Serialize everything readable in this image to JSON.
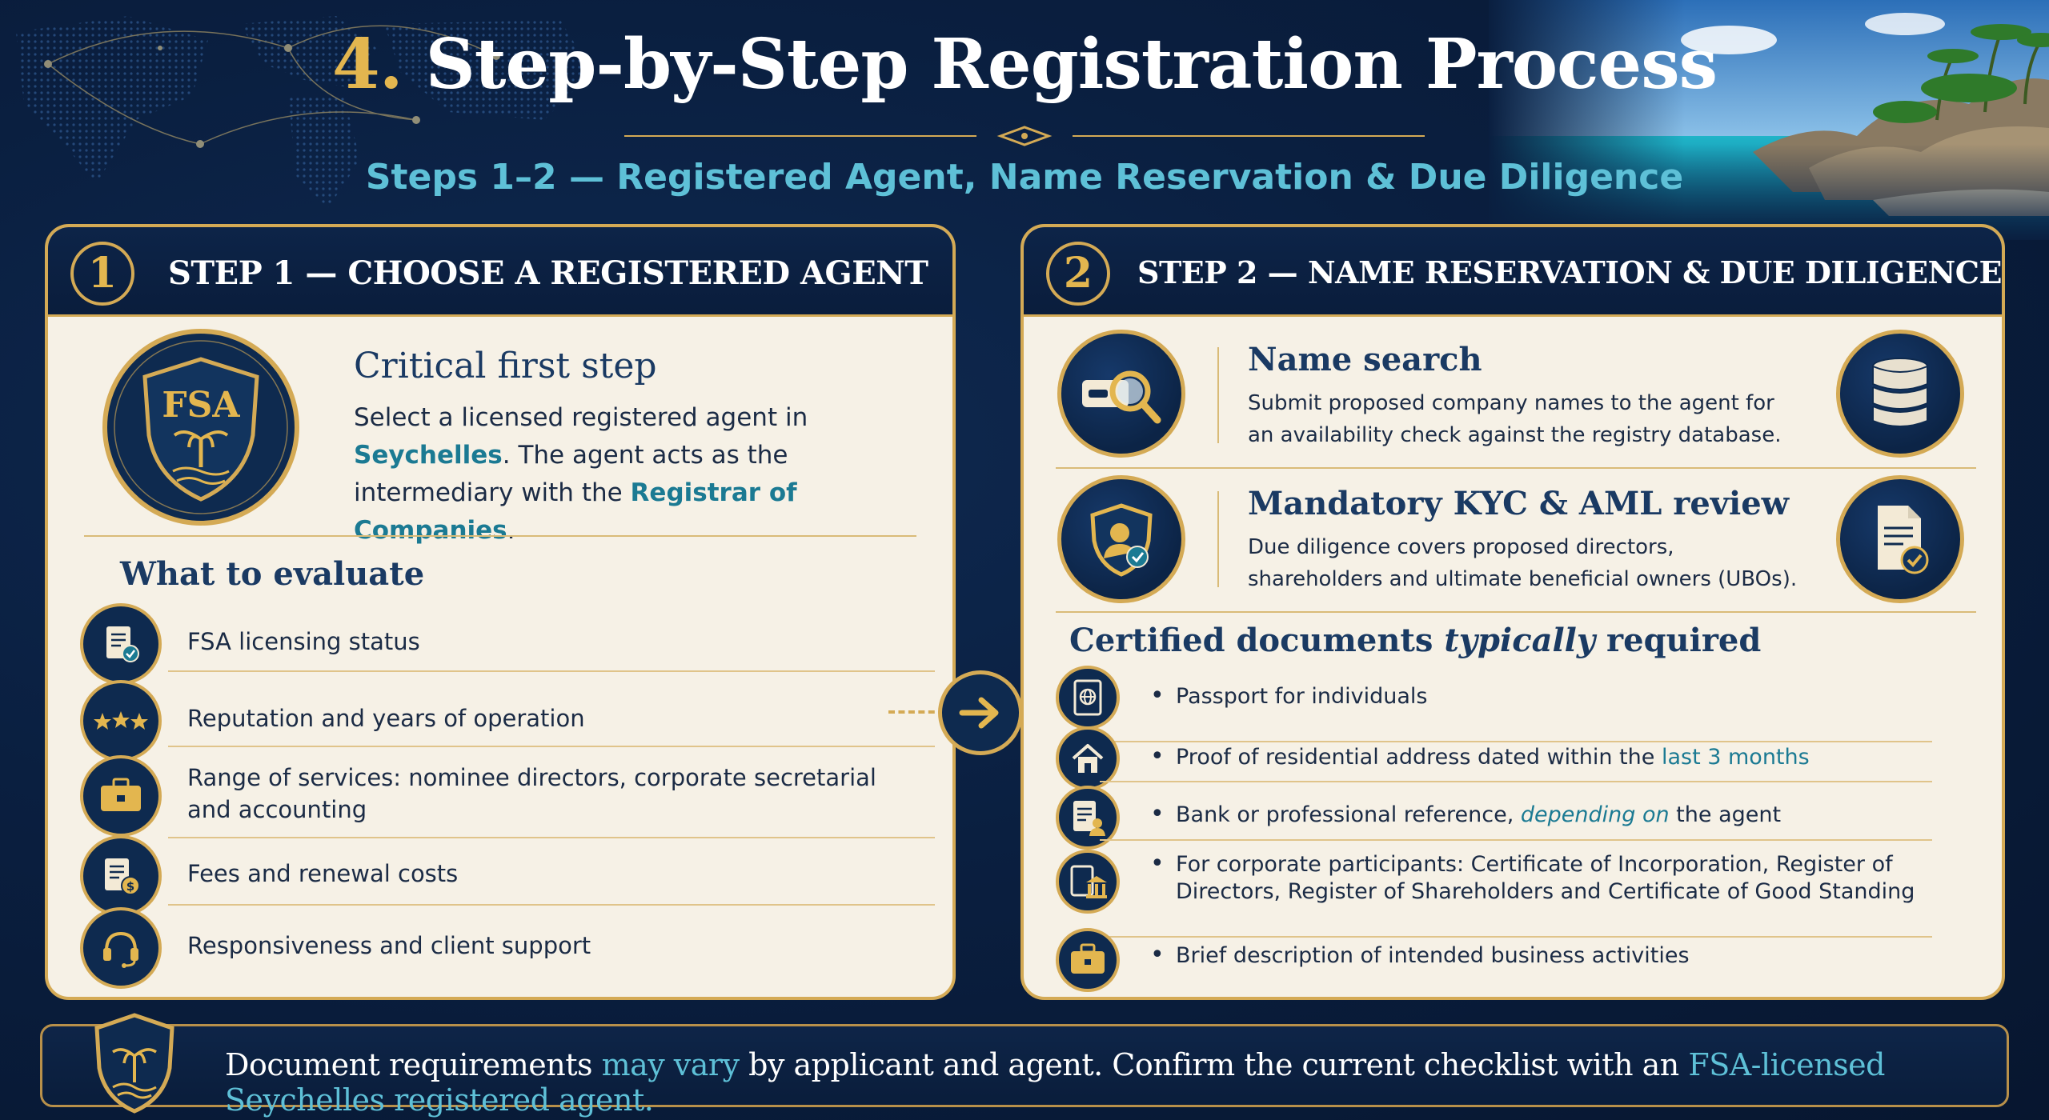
{
  "header": {
    "number": "4.",
    "title": "Step-by-Step Registration Process",
    "subtitle": "Steps 1–2 — Registered Agent, Name Reservation & Due Diligence"
  },
  "step1": {
    "number": "1",
    "title": "STEP 1 — CHOOSE A REGISTERED AGENT",
    "badge_text": "FSA",
    "critical_heading": "Critical first step",
    "intro": {
      "part1": "Select a licensed registered agent in ",
      "highlight1": "Seychelles",
      "part2": ". The agent acts as the intermediary with the ",
      "highlight2": "Registrar of Companies",
      "part3": "."
    },
    "evaluate_heading": "What to evaluate",
    "evaluate_items": [
      {
        "label": "FSA licensing status",
        "icon": "document-check-icon"
      },
      {
        "label": "Reputation and years of operation",
        "icon": "three-stars-icon"
      },
      {
        "label": "Range of services: nominee directors, corporate secretarial and accounting",
        "icon": "briefcase-icon"
      },
      {
        "label": "Fees and renewal costs",
        "icon": "invoice-dollar-icon"
      },
      {
        "label": "Responsiveness and client support",
        "icon": "headset-icon"
      }
    ]
  },
  "step2": {
    "number": "2",
    "title": "STEP 2 — NAME RESERVATION & DUE DILIGENCE",
    "name_search": {
      "heading": "Name search",
      "text": "Submit proposed company names to the agent for an availability check against the registry database."
    },
    "kyc": {
      "heading": "Mandatory KYC & AML review",
      "text": "Due diligence covers proposed directors, shareholders and ultimate beneficial owners (UBOs)."
    },
    "docs_heading": {
      "part1": "Certified documents ",
      "emphasis": "typically",
      "part2": " required"
    },
    "doc_items": [
      {
        "text": "Passport for individuals"
      },
      {
        "text": "Proof of residential address dated within the ",
        "highlight": "last 3 months"
      },
      {
        "text": "Bank or professional reference, ",
        "emphasis": "depending on",
        "tail": " the agent"
      },
      {
        "text": "For corporate participants: Certificate of Incorporation, Register of Directors, Register of Shareholders and Certificate of Good Standing"
      },
      {
        "text": "Brief description of intended business activities"
      }
    ],
    "bullet": "•"
  },
  "footer": {
    "part1": "Document requirements ",
    "highlight1": "may vary",
    "part2": " by applicant and agent. Confirm the current checklist with an ",
    "highlight2": "FSA-licensed Seychelles registered agent."
  },
  "colors": {
    "navy": "#0a1f40",
    "gold": "#d4aa55",
    "teal": "#5ec0d7",
    "cream": "#f6f1e6"
  }
}
